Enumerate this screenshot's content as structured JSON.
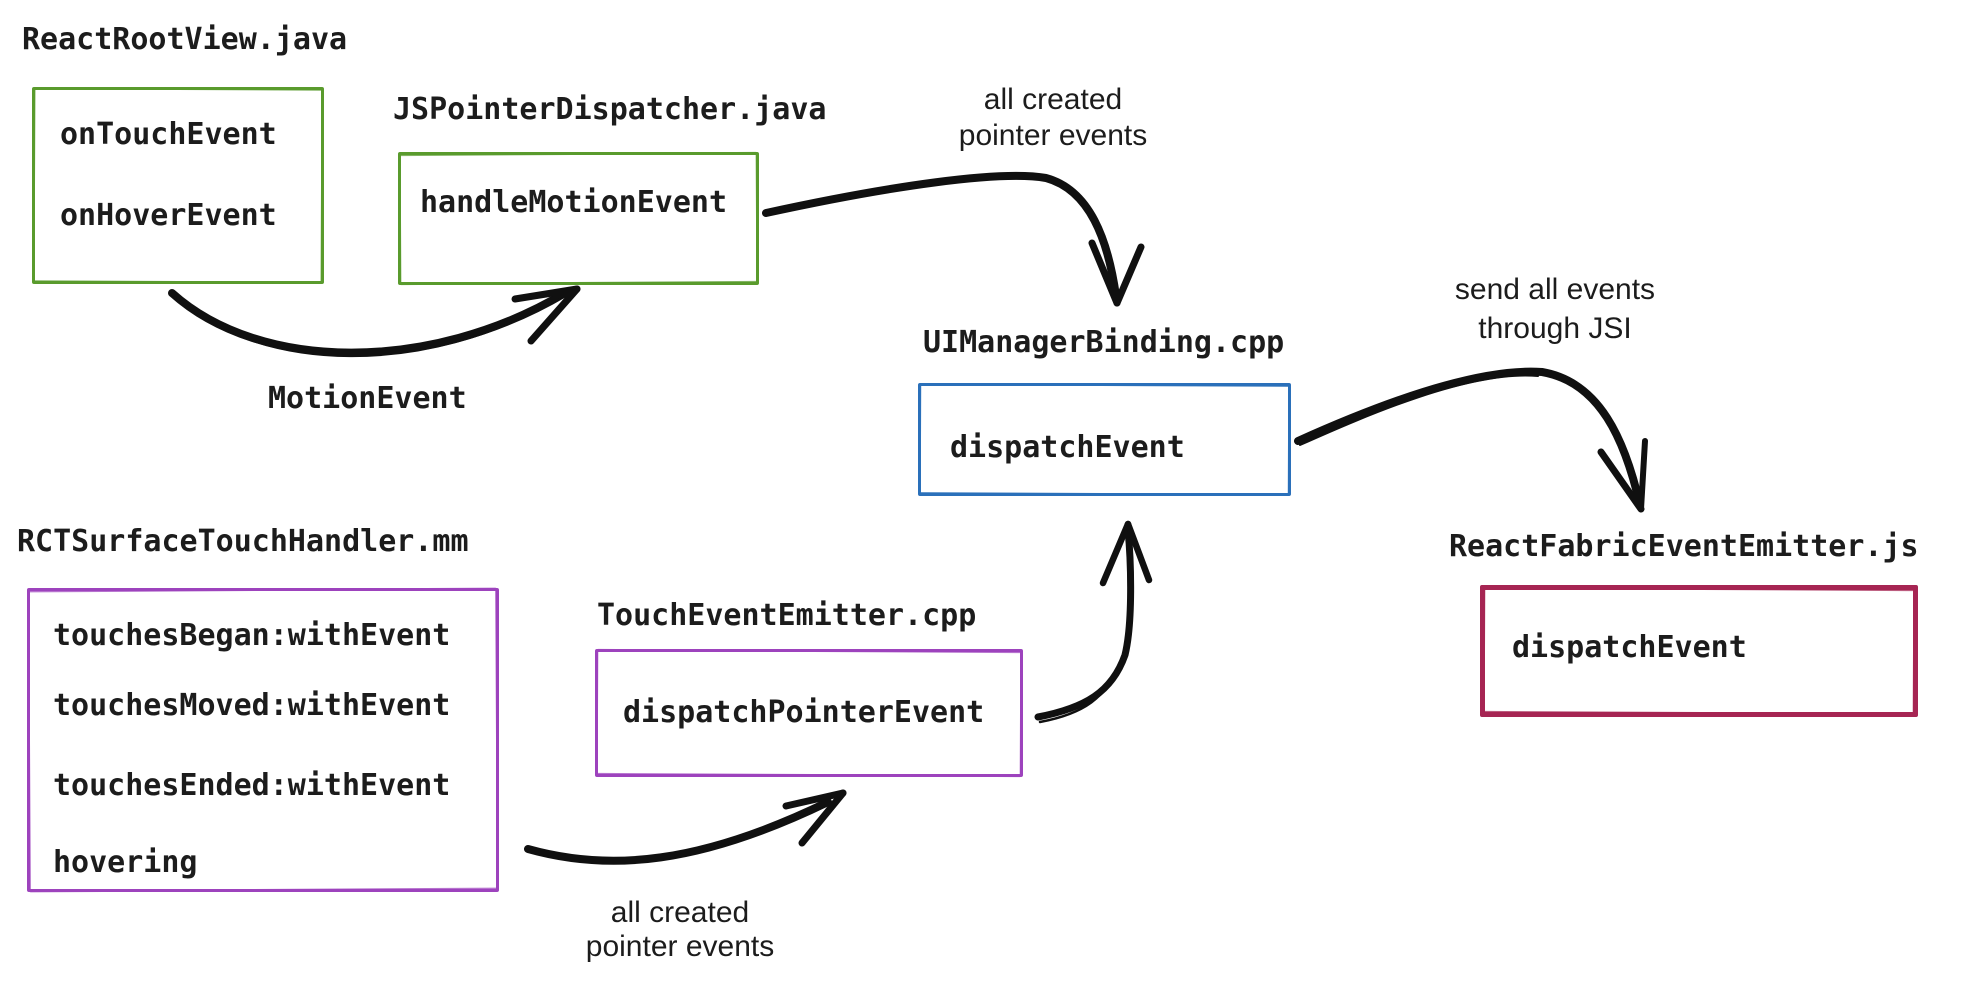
{
  "colors": {
    "green": "#5a9b2d",
    "blue": "#2b70ba",
    "purple": "#9d43bd",
    "crimson": "#a62553",
    "arrow": "#101010",
    "text": "#1c1c1c"
  },
  "nodes": [
    {
      "file_label": "ReactRootView.java",
      "color": "#5a9b2d",
      "methods": [
        "onTouchEvent",
        "onHoverEvent"
      ]
    },
    {
      "file_label": "JSPointerDispatcher.java",
      "color": "#5a9b2d",
      "methods": [
        "handleMotionEvent"
      ]
    },
    {
      "file_label": "UIManagerBinding.cpp",
      "color": "#2b70ba",
      "methods": [
        "dispatchEvent"
      ]
    },
    {
      "file_label": "RCTSurfaceTouchHandler.mm",
      "color": "#9d43bd",
      "methods": [
        "touchesBegan:withEvent",
        "touchesMoved:withEvent",
        "touchesEnded:withEvent",
        "hovering"
      ]
    },
    {
      "file_label": "TouchEventEmitter.cpp",
      "color": "#9d43bd",
      "methods": [
        "dispatchPointerEvent"
      ]
    },
    {
      "file_label": "ReactFabricEventEmitter.js",
      "color": "#a62553",
      "methods": [
        "dispatchEvent"
      ]
    }
  ],
  "edge_labels": {
    "motion_event": "MotionEvent",
    "top_pointer_line1": "all created",
    "top_pointer_line2": "pointer events",
    "jsi_line1": "send all events",
    "jsi_line2": "through JSI",
    "bottom_pointer_line1": "all created",
    "bottom_pointer_line2": "pointer events"
  }
}
